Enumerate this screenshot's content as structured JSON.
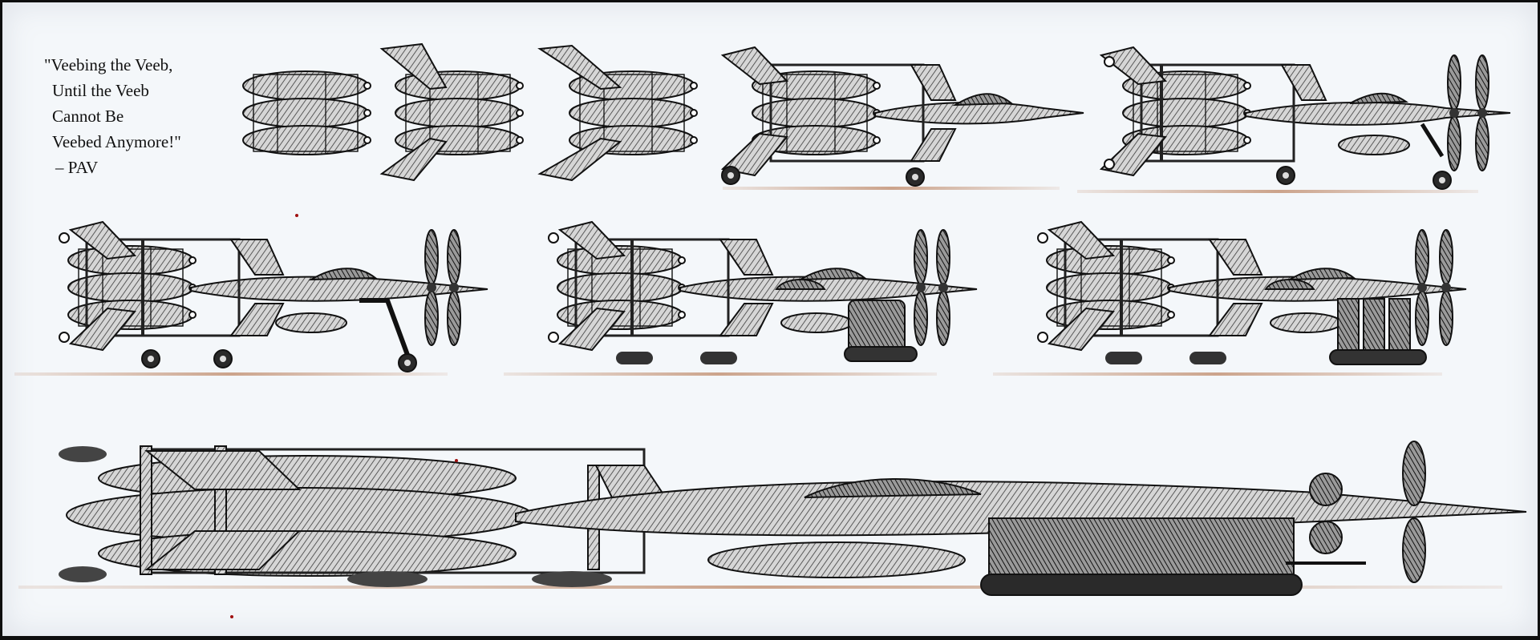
{
  "quote": {
    "line1": "\"Veebing the Veeb,",
    "line2": "Until the Veeb",
    "line3": "Cannot Be",
    "line4": "Veebed Anymore!\"",
    "attribution": "– PAV"
  },
  "colors": {
    "ink": "#141414",
    "shade": "#6b6b6b",
    "hull": "#cfcfcf",
    "ground": "#c79a7f",
    "accent": "#a01010",
    "paper": "#f4f7fa"
  },
  "figures": [
    "engine-pod-stage",
    "engine-pod-with-fins-stage",
    "engine-pod-with-swept-fins-stage",
    "jet-aircraft-stage",
    "propeller-aircraft-stage",
    "wheeled-aircraft-stage",
    "tracked-aircraft-stage",
    "multi-track-aircraft-stage",
    "long-tracked-aircraft-stage"
  ]
}
